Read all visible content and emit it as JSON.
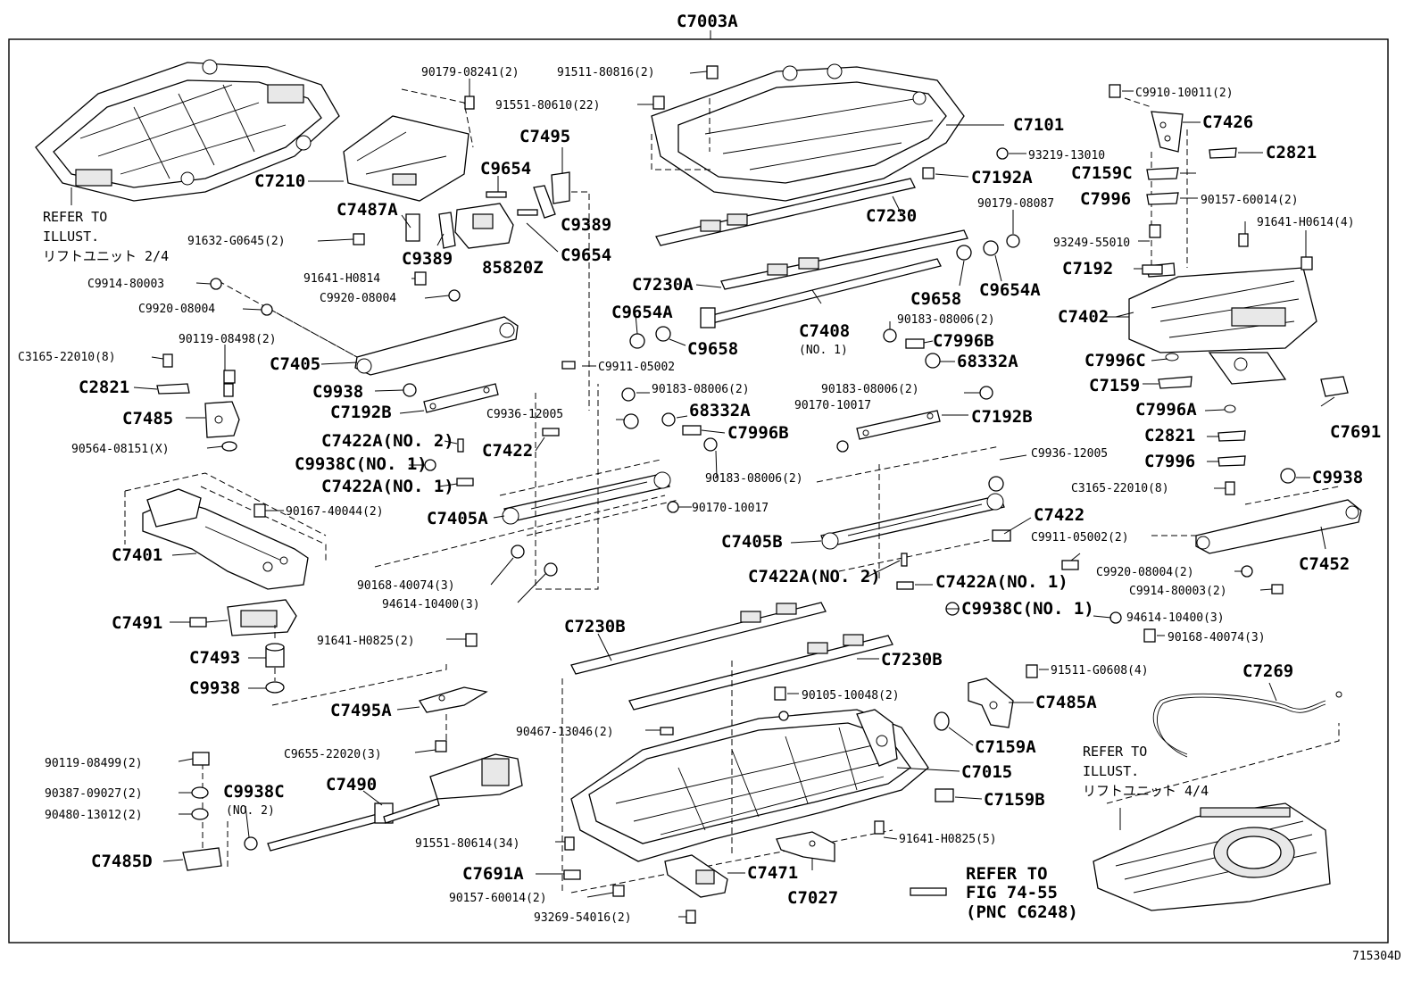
{
  "title": "C7003A",
  "figure_code": "715304D",
  "refer_notes": {
    "left": {
      "line1": "REFER TO",
      "line2": "ILLUST.",
      "line3": "リフトユニット 2/4"
    },
    "right": {
      "line1": "REFER TO",
      "line2": "ILLUST.",
      "line3": "リフトユニット 4/4"
    },
    "fig": {
      "line1": "REFER TO",
      "line2": "FIG 74-55",
      "line3": "(PNC C6248)"
    }
  },
  "labels": [
    {
      "id": "l1",
      "text": "90179-08241(2)",
      "style": "sm"
    },
    {
      "id": "l2",
      "text": "91511-80816(2)",
      "style": "sm"
    },
    {
      "id": "l3",
      "text": "91551-80610(22)",
      "style": "sm"
    },
    {
      "id": "l4",
      "text": "C7101",
      "style": "lg"
    },
    {
      "id": "l5",
      "text": "C9910-10011(2)",
      "style": "sm"
    },
    {
      "id": "l6",
      "text": "C7426",
      "style": "lg"
    },
    {
      "id": "l7",
      "text": "C2821",
      "style": "lg"
    },
    {
      "id": "l8",
      "text": "C7495",
      "style": "lg"
    },
    {
      "id": "l9",
      "text": "C9654",
      "style": "lg"
    },
    {
      "id": "l10",
      "text": "C7210",
      "style": "lg"
    },
    {
      "id": "l11",
      "text": "93219-13010",
      "style": "sm"
    },
    {
      "id": "l12",
      "text": "C7192A",
      "style": "lg"
    },
    {
      "id": "l13",
      "text": "C7159C",
      "style": "lg"
    },
    {
      "id": "l14",
      "text": "C7996",
      "style": "lg"
    },
    {
      "id": "l15",
      "text": "90157-60014(2)",
      "style": "sm"
    },
    {
      "id": "l16",
      "text": "91641-H0614(4)",
      "style": "sm"
    },
    {
      "id": "l17",
      "text": "C7487A",
      "style": "lg"
    },
    {
      "id": "l18",
      "text": "C9389",
      "style": "lg"
    },
    {
      "id": "l19",
      "text": "C7230",
      "style": "lg"
    },
    {
      "id": "l20",
      "text": "90179-08087",
      "style": "sm"
    },
    {
      "id": "l21",
      "text": "91632-G0645(2)",
      "style": "sm"
    },
    {
      "id": "l22",
      "text": "C9389",
      "style": "lg"
    },
    {
      "id": "l23",
      "text": "85820Z",
      "style": "lg"
    },
    {
      "id": "l24",
      "text": "C9654",
      "style": "lg"
    },
    {
      "id": "l25",
      "text": "93249-55010",
      "style": "sm"
    },
    {
      "id": "l26",
      "text": "C7192",
      "style": "lg"
    },
    {
      "id": "l27",
      "text": "91641-H0814",
      "style": "sm"
    },
    {
      "id": "l28",
      "text": "C7230A",
      "style": "lg"
    },
    {
      "id": "l29",
      "text": "C9658",
      "style": "lg"
    },
    {
      "id": "l30",
      "text": "C9654A",
      "style": "lg"
    },
    {
      "id": "l31",
      "text": "C9914-80003",
      "style": "sm"
    },
    {
      "id": "l32",
      "text": "C9920-08004",
      "style": "sm"
    },
    {
      "id": "l33",
      "text": "C9920-08004",
      "style": "sm"
    },
    {
      "id": "l34",
      "text": "C9654A",
      "style": "lg"
    },
    {
      "id": "l35",
      "text": "C7408",
      "style": "lg"
    },
    {
      "id": "l36",
      "text": "(NO. 1)",
      "style": "sm"
    },
    {
      "id": "l37",
      "text": "C7402",
      "style": "lg"
    },
    {
      "id": "l38",
      "text": "90183-08006(2)",
      "style": "sm"
    },
    {
      "id": "l39",
      "text": "C7996B",
      "style": "lg"
    },
    {
      "id": "l40",
      "text": "90119-08498(2)",
      "style": "sm"
    },
    {
      "id": "l41",
      "text": "C3165-22010(8)",
      "style": "sm"
    },
    {
      "id": "l42",
      "text": "C7405",
      "style": "lg"
    },
    {
      "id": "l43",
      "text": "C9658",
      "style": "lg"
    },
    {
      "id": "l44",
      "text": "68332A",
      "style": "lg"
    },
    {
      "id": "l45",
      "text": "C7996C",
      "style": "lg"
    },
    {
      "id": "l46",
      "text": "C9911-05002",
      "style": "sm"
    },
    {
      "id": "l47",
      "text": "C2821",
      "style": "lg"
    },
    {
      "id": "l48",
      "text": "C9938",
      "style": "lg"
    },
    {
      "id": "l49",
      "text": "90183-08006(2)",
      "style": "sm"
    },
    {
      "id": "l50",
      "text": "90183-08006(2)",
      "style": "sm"
    },
    {
      "id": "l51",
      "text": "C7159",
      "style": "lg"
    },
    {
      "id": "l52",
      "text": "C7192B",
      "style": "lg"
    },
    {
      "id": "l53",
      "text": "68332A",
      "style": "lg"
    },
    {
      "id": "l54",
      "text": "90170-10017",
      "style": "sm"
    },
    {
      "id": "l55",
      "text": "C7192B",
      "style": "lg"
    },
    {
      "id": "l56",
      "text": "C7485",
      "style": "lg"
    },
    {
      "id": "l57",
      "text": "C9936-12005",
      "style": "sm"
    },
    {
      "id": "l58",
      "text": "C7996B",
      "style": "lg"
    },
    {
      "id": "l59",
      "text": "C7996A",
      "style": "lg"
    },
    {
      "id": "l60",
      "text": "C7691",
      "style": "lg"
    },
    {
      "id": "l61",
      "text": "90564-08151(X)",
      "style": "sm"
    },
    {
      "id": "l62",
      "text": "C7422A(NO. 2)",
      "style": "lg"
    },
    {
      "id": "l63",
      "text": "C7422",
      "style": "lg"
    },
    {
      "id": "l64",
      "text": "C2821",
      "style": "lg"
    },
    {
      "id": "l65",
      "text": "C9936-12005",
      "style": "sm"
    },
    {
      "id": "l66",
      "text": "C9938C(NO. 1)",
      "style": "lg"
    },
    {
      "id": "l67",
      "text": "90183-08006(2)",
      "style": "sm"
    },
    {
      "id": "l68",
      "text": "C7996",
      "style": "lg"
    },
    {
      "id": "l69",
      "text": "C9938",
      "style": "lg"
    },
    {
      "id": "l70",
      "text": "C7422A(NO. 1)",
      "style": "lg"
    },
    {
      "id": "l71",
      "text": "C3165-22010(8)",
      "style": "sm"
    },
    {
      "id": "l72",
      "text": "90167-40044(2)",
      "style": "sm"
    },
    {
      "id": "l73",
      "text": "C7405A",
      "style": "lg"
    },
    {
      "id": "l74",
      "text": "90170-10017",
      "style": "sm"
    },
    {
      "id": "l75",
      "text": "C7422",
      "style": "lg"
    },
    {
      "id": "l76",
      "text": "C7405B",
      "style": "lg"
    },
    {
      "id": "l77",
      "text": "C9911-05002(2)",
      "style": "sm"
    },
    {
      "id": "l78",
      "text": "C7452",
      "style": "lg"
    },
    {
      "id": "l79",
      "text": "C7401",
      "style": "lg"
    },
    {
      "id": "l80",
      "text": "C9920-08004(2)",
      "style": "sm"
    },
    {
      "id": "l81",
      "text": "90168-40074(3)",
      "style": "sm"
    },
    {
      "id": "l82",
      "text": "C7422A(NO. 2)",
      "style": "lg"
    },
    {
      "id": "l83",
      "text": "C7422A(NO. 1)",
      "style": "lg"
    },
    {
      "id": "l84",
      "text": "C9914-80003(2)",
      "style": "sm"
    },
    {
      "id": "l85",
      "text": "94614-10400(3)",
      "style": "sm"
    },
    {
      "id": "l86",
      "text": "C9938C(NO. 1)",
      "style": "lg"
    },
    {
      "id": "l87",
      "text": "C7491",
      "style": "lg"
    },
    {
      "id": "l88",
      "text": "94614-10400(3)",
      "style": "sm"
    },
    {
      "id": "l89",
      "text": "90168-40074(3)",
      "style": "sm"
    },
    {
      "id": "l90",
      "text": "C7230B",
      "style": "lg"
    },
    {
      "id": "l91",
      "text": "91641-H0825(2)",
      "style": "sm"
    },
    {
      "id": "l92",
      "text": "C7493",
      "style": "lg"
    },
    {
      "id": "l93",
      "text": "C7230B",
      "style": "lg"
    },
    {
      "id": "l94",
      "text": "C9938",
      "style": "lg"
    },
    {
      "id": "l95",
      "text": "91511-G0608(4)",
      "style": "sm"
    },
    {
      "id": "l96",
      "text": "C7269",
      "style": "lg"
    },
    {
      "id": "l97",
      "text": "90105-10048(2)",
      "style": "sm"
    },
    {
      "id": "l98",
      "text": "C7485A",
      "style": "lg"
    },
    {
      "id": "l99",
      "text": "C7495A",
      "style": "lg"
    },
    {
      "id": "l100",
      "text": "90467-13046(2)",
      "style": "sm"
    },
    {
      "id": "l101",
      "text": "C7159A",
      "style": "lg"
    },
    {
      "id": "l102",
      "text": "C9655-22020(3)",
      "style": "sm"
    },
    {
      "id": "l103",
      "text": "C7015",
      "style": "lg"
    },
    {
      "id": "l104",
      "text": "90119-08499(2)",
      "style": "sm"
    },
    {
      "id": "l105",
      "text": "C7490",
      "style": "lg"
    },
    {
      "id": "l106",
      "text": "C9938C",
      "style": "lg"
    },
    {
      "id": "l107",
      "text": "(NO. 2)",
      "style": "sm"
    },
    {
      "id": "l108",
      "text": "90387-09027(2)",
      "style": "sm"
    },
    {
      "id": "l109",
      "text": "C7159B",
      "style": "lg"
    },
    {
      "id": "l110",
      "text": "90480-13012(2)",
      "style": "sm"
    },
    {
      "id": "l111",
      "text": "91551-80614(34)",
      "style": "sm"
    },
    {
      "id": "l112",
      "text": "91641-H0825(5)",
      "style": "sm"
    },
    {
      "id": "l113",
      "text": "C7485D",
      "style": "lg"
    },
    {
      "id": "l114",
      "text": "C7691A",
      "style": "lg"
    },
    {
      "id": "l115",
      "text": "C7471",
      "style": "lg"
    },
    {
      "id": "l116",
      "text": "90157-60014(2)",
      "style": "sm"
    },
    {
      "id": "l117",
      "text": "C7027",
      "style": "lg"
    },
    {
      "id": "l118",
      "text": "93269-54016(2)",
      "style": "sm"
    }
  ]
}
